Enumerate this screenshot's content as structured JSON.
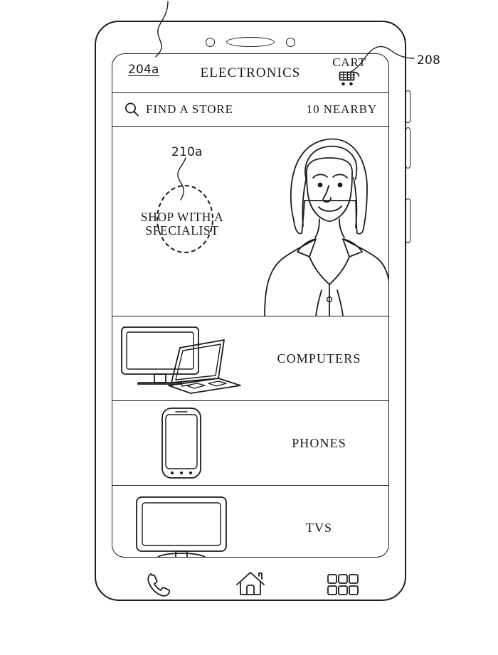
{
  "figure": {
    "callouts": [
      {
        "id": "204a",
        "label": "204a"
      },
      {
        "id": "208",
        "label": "208"
      },
      {
        "id": "210a",
        "label": "210a"
      }
    ]
  },
  "device": {
    "hardware": {
      "speaker_grille": "speaker-grille",
      "sensor_left": "sensor-dot",
      "sensor_right": "sensor-dot",
      "side_buttons": [
        "volume-up-button",
        "volume-down-button",
        "power-button"
      ]
    }
  },
  "app_bar": {
    "back_ref_label": "204a",
    "title": "ELECTRONICS",
    "cart_label": "CART",
    "cart_icon": "shopping-cart-icon"
  },
  "store_row": {
    "search_icon": "search-icon",
    "find_store_label": "FIND A STORE",
    "nearby_label": "10 NEARBY"
  },
  "content": {
    "hero": {
      "callout": "210a",
      "specialist_label": "SHOP WITH A SPECIALIST",
      "illustration": "woman-specialist-portrait"
    },
    "categories": [
      {
        "label": "COMPUTERS",
        "illustration": "desktop-and-laptop-computers-icon"
      },
      {
        "label": "PHONES",
        "illustration": "smartphone-icon"
      },
      {
        "label": "TVS",
        "illustration": "television-icon"
      }
    ]
  },
  "nav_bar": {
    "items": [
      {
        "name": "phone-nav-button",
        "icon": "phone-handset-icon"
      },
      {
        "name": "home-nav-button",
        "icon": "home-icon"
      },
      {
        "name": "apps-nav-button",
        "icon": "apps-grid-icon"
      }
    ]
  },
  "colors": {
    "ink": "#1d1d1d",
    "paper": "#ffffff"
  }
}
